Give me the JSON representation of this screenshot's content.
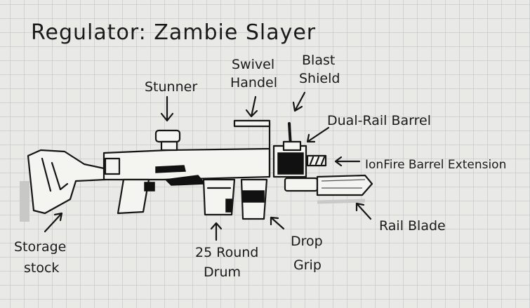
{
  "title": "Regulator: Zambie Slayer",
  "labels": {
    "stunner": "Stunner",
    "swivel_1": "Swivel",
    "swivel_2": "Handel",
    "blast_1": "Blast",
    "blast_2": "Shield",
    "dual_rail": "Dual-Rail Barrel",
    "ionfire": "IonFire Barrel Extension",
    "rail_blade": "Rail Blade",
    "drop_1": "Drop",
    "drop_2": "Grip",
    "drum_1": "25 Round",
    "drum_2": "Drum",
    "stock_1": "Storage",
    "stock_2": "stock"
  },
  "colors": {
    "paper": "#e9e9e6",
    "grid": "#b9bcc0",
    "ink": "#151515"
  }
}
